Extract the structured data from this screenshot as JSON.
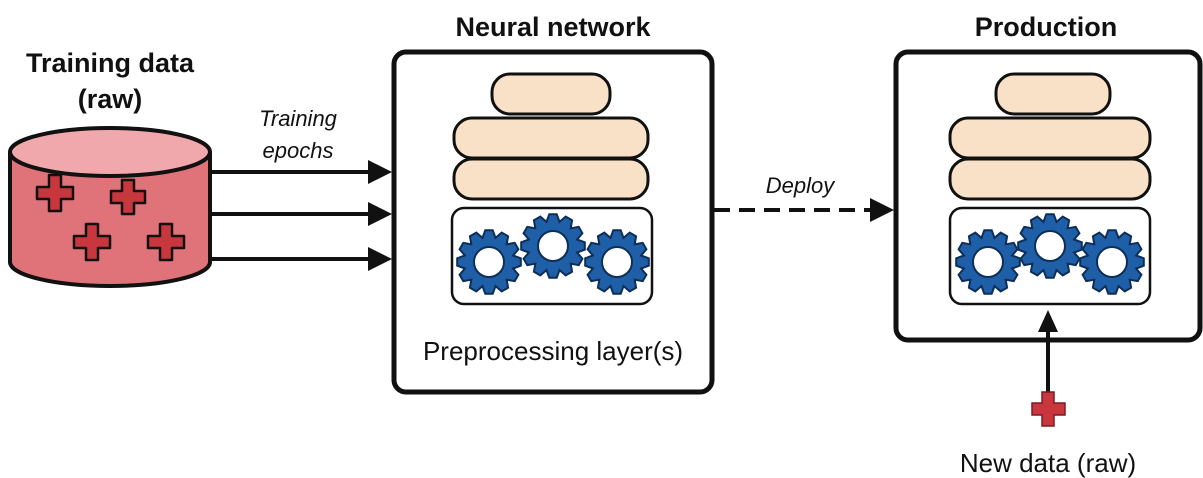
{
  "nodes": {
    "training_data": {
      "title_line1": "Training data",
      "title_line2": "(raw)"
    },
    "neural_network": {
      "title": "Neural network",
      "preprocessing_label": "Preprocessing layer(s)"
    },
    "production": {
      "title": "Production"
    },
    "new_data": {
      "label": "New data (raw)"
    }
  },
  "edges": {
    "training": {
      "label_line1": "Training",
      "label_line2": "epochs"
    },
    "deploy": {
      "label": "Deploy"
    }
  },
  "colors": {
    "layer_fill": "#f9e1c7",
    "data_red": "#c7373d",
    "gear_blue": "#1f5fa8",
    "outline": "#111111"
  }
}
